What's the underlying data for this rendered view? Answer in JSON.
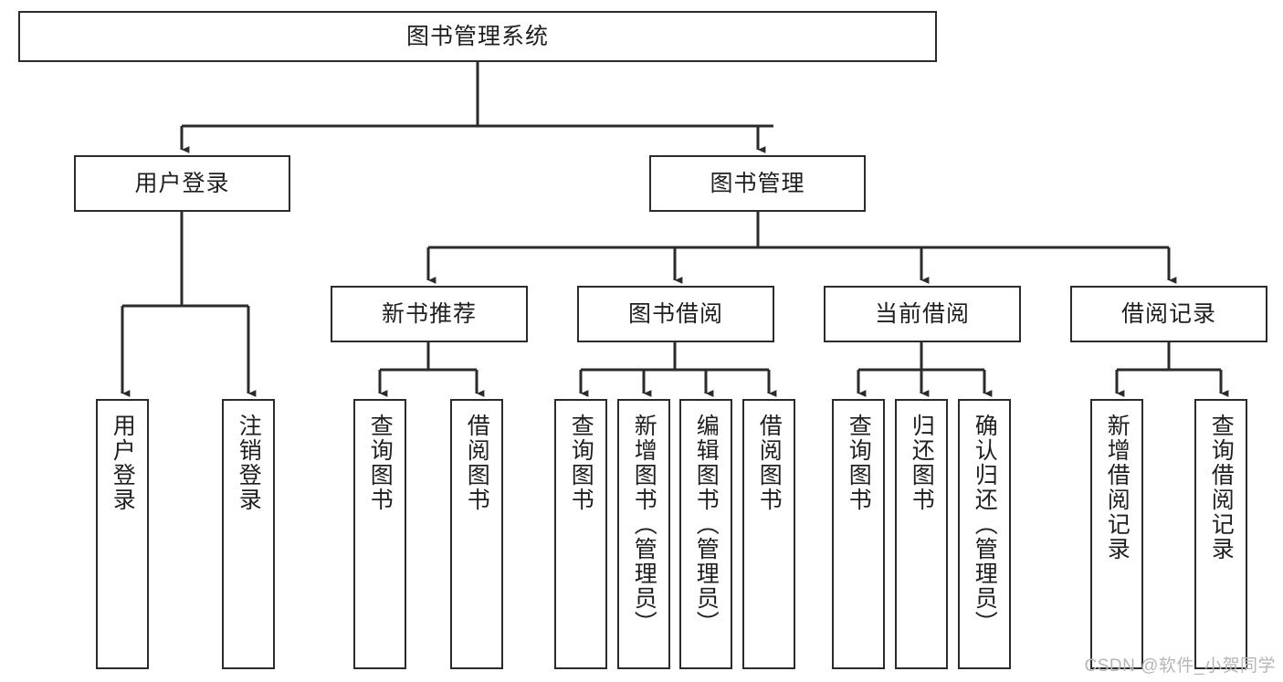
{
  "diagram": {
    "title": "图书管理系统",
    "watermark": "CSDN @软件_小贺同学",
    "colors": {
      "stroke": "#2b2b2b",
      "fill": "#ffffff",
      "text": "#1f1f1f",
      "watermark": "#b6b6b6"
    },
    "root": {
      "label": "图书管理系统"
    },
    "level2": [
      {
        "label": "用户登录"
      },
      {
        "label": "图书管理"
      }
    ],
    "level3": [
      {
        "label": "新书推荐"
      },
      {
        "label": "图书借阅"
      },
      {
        "label": "当前借阅"
      },
      {
        "label": "借阅记录"
      }
    ],
    "leaves": {
      "user_login": [
        {
          "label": "用户登录"
        },
        {
          "label": "注销登录"
        }
      ],
      "new_book": [
        {
          "label": "查询图书"
        },
        {
          "label": "借阅图书"
        }
      ],
      "borrow_book": [
        {
          "label": "查询图书"
        },
        {
          "label": "新增图书（管理员）"
        },
        {
          "label": "编辑图书（管理员）"
        },
        {
          "label": "借阅图书"
        }
      ],
      "current_borrow": [
        {
          "label": "查询图书"
        },
        {
          "label": "归还图书"
        },
        {
          "label": "确认归还（管理员）"
        }
      ],
      "borrow_record": [
        {
          "label": "新增借阅记录"
        },
        {
          "label": "查询借阅记录"
        }
      ]
    }
  }
}
